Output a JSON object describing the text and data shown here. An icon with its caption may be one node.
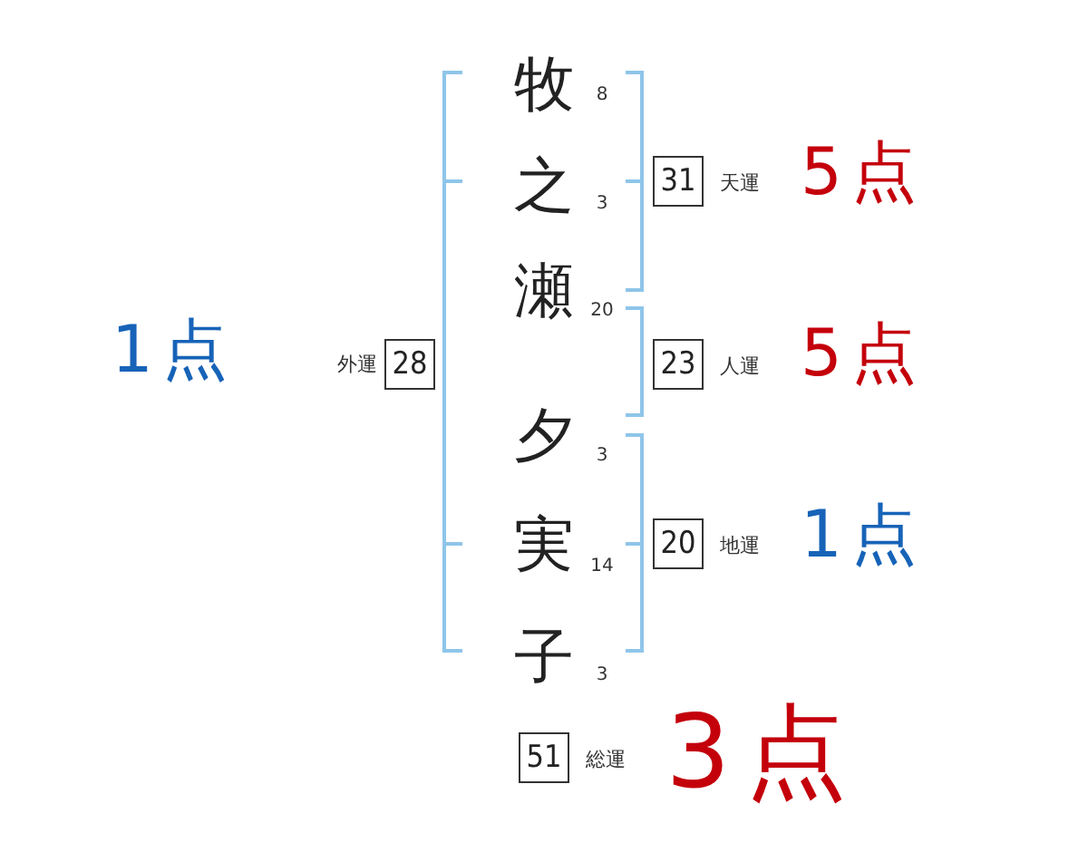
{
  "diagram": {
    "nodes": [
      {
        "text": [
          "31"
        ],
        "beside": [
          "天運"
        ]
      },
      {
        "text": [
          "28"
        ],
        "beside": [
          "外運"
        ]
      },
      {
        "text": [
          "23"
        ],
        "beside": [
          "人運"
        ]
      },
      {
        "text": [
          "20"
        ],
        "beside": [
          "地運"
        ]
      },
      {
        "text": [
          "51"
        ],
        "beside": [
          "総運"
        ]
      }
    ],
    "labels": [
      "牧",
      "8",
      "之",
      "3",
      "瀬",
      "20",
      "夕",
      "3",
      "実",
      "14",
      "子",
      "3",
      "1点",
      "5点",
      "5点",
      "1点",
      "3点"
    ]
  }
}
